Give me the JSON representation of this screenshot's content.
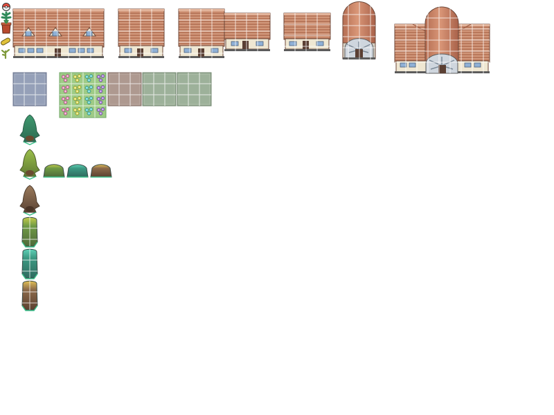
{
  "sheet": {
    "name": "tileset-sprite-sheet",
    "palette": {
      "roof_light": "#d29a7c",
      "roof_mid": "#c0805f",
      "roof_dark": "#9b5a42",
      "roof_edge": "#6b4637",
      "wall": "#efe7d2",
      "wall_shadow": "#cfc6b0",
      "window": "#8fb0d6",
      "window_frame": "#4a5f7a",
      "door": "#5a3f33",
      "dome": "#c98466",
      "water_tile": "#8a95ad",
      "brown_tile": "#a58f86",
      "green_tile": "#93a790",
      "tree_green": "#3f8a5f",
      "tree_olive": "#7f9a3c",
      "tree_brown": "#6e5340",
      "tree_teal": "#3c9a83",
      "tree_yellow": "#b99b41",
      "outline": "#3a4b48"
    },
    "icons": [
      "pokeball-icon",
      "cactus-icon",
      "flower-pot-icon",
      "log-icon",
      "sprout-icon"
    ],
    "buildings": [
      "wide-house",
      "small-house-a",
      "l-shaped-house",
      "small-house-b",
      "dome-tower",
      "domed-mansion"
    ],
    "ground_tiles": [
      "water-tile",
      "flower-patch",
      "brown-tile",
      "green-tile-a",
      "green-tile-b"
    ],
    "flower_colors": [
      "#e07ab1",
      "#d7d54a",
      "#4ec7c3",
      "#9c6ad6"
    ],
    "trees": [
      "green-pine-tree",
      "olive-pine-tree",
      "brown-pine-tree",
      "olive-hedge",
      "teal-hedge",
      "brown-hedge"
    ],
    "bushes": [
      "olive-bush",
      "teal-bush",
      "brown-bush"
    ]
  }
}
